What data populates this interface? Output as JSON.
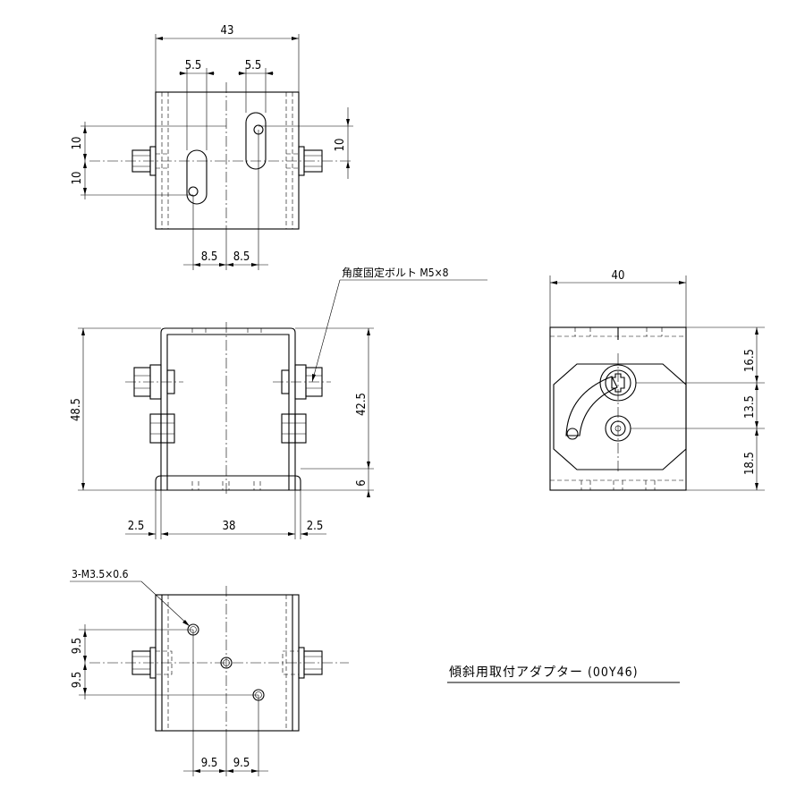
{
  "top_view": {
    "dims": {
      "width": "43",
      "slot_left_width": "5.5",
      "slot_right_width": "5.5",
      "left_offset_upper": "10",
      "left_offset_lower": "10",
      "right_offset": "10",
      "bottom_left": "8.5",
      "bottom_right": "8.5"
    }
  },
  "front_view": {
    "callout": "角度固定ボルト  M5×8",
    "dims": {
      "total_height": "48.5",
      "inner_height": "42.5",
      "base_thickness": "6",
      "left_margin": "2.5",
      "inner_width": "38",
      "right_margin": "2.5"
    }
  },
  "side_view": {
    "dims": {
      "width": "40",
      "upper": "16.5",
      "middle": "13.5",
      "lower": "18.5"
    }
  },
  "bottom_view": {
    "callout": "3-M3.5×0.6",
    "dims": {
      "left_upper": "9.5",
      "left_lower": "9.5",
      "bottom_left": "9.5",
      "bottom_right": "9.5"
    }
  },
  "title_block": {
    "title": "傾斜用取付アダプター  (00Y46)"
  }
}
